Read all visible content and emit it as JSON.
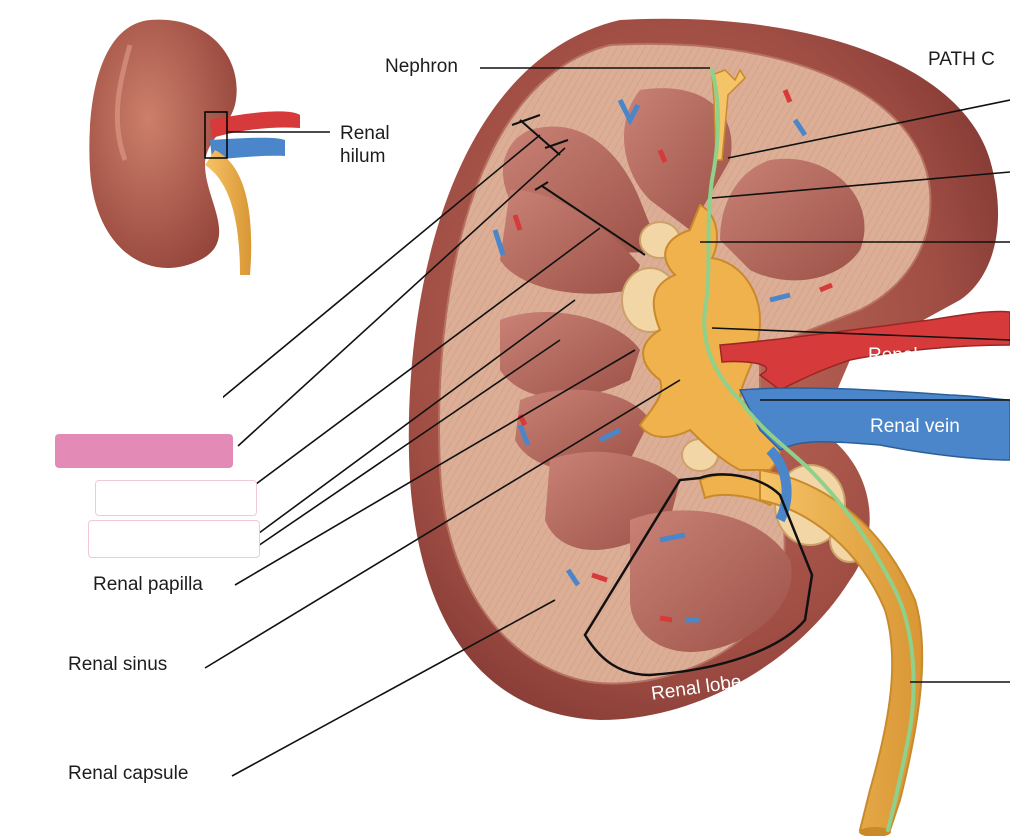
{
  "labels": {
    "nephron": "Nephron",
    "path": "PATH C",
    "renal_hilum_1": "Renal",
    "renal_hilum_2": "hilum",
    "renal_artery": "Renal artery",
    "renal_vein": "Renal vein",
    "renal_papilla": "Renal papilla",
    "renal_sinus": "Renal sinus",
    "renal_capsule": "Renal capsule",
    "renal_lobe": "Renal lobe"
  },
  "colors": {
    "cortex": "#d9a78f",
    "medulla_pyramid": "#b56a5d",
    "capsule": "#a9554a",
    "pelvis": "#f0b24d",
    "artery": "#d63a3a",
    "vein": "#4a86c9",
    "path_trace": "#8fd08a",
    "pink_mask": "#e38ab6",
    "white_mask": "#ffffff"
  }
}
